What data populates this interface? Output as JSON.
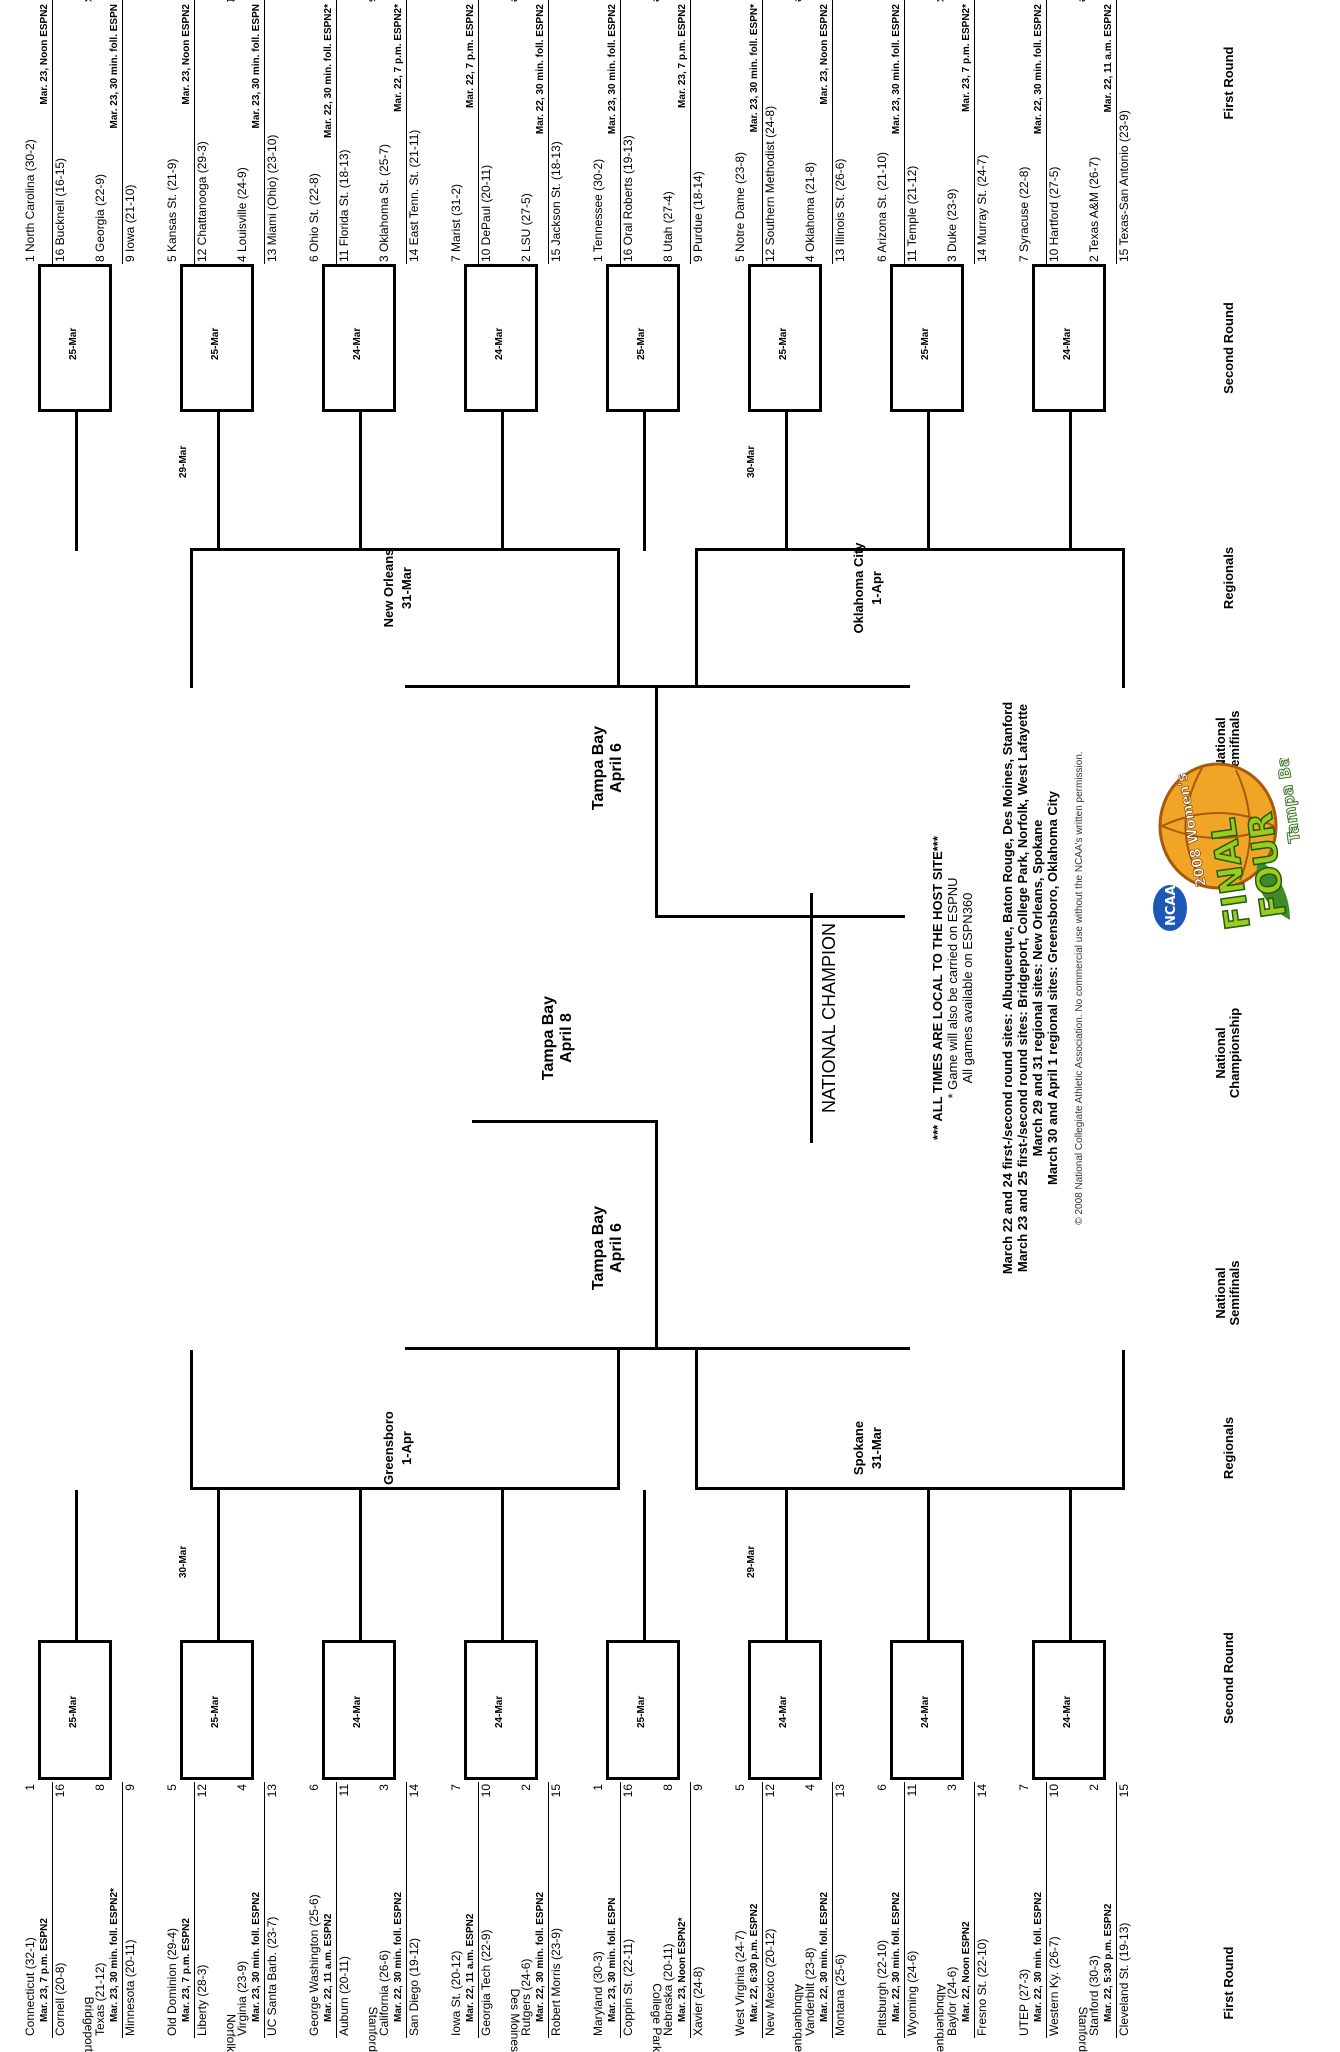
{
  "headers": {
    "first_round": "First Round",
    "second_round": "Second Round",
    "regionals": "Regionals",
    "national_semifinals": "National Semifinals",
    "national_championship": "National Championship"
  },
  "logo": {
    "text_1": "NCAA",
    "text_2": "2008 Women's",
    "text_3": "FINAL FOUR",
    "text_4": "Tampa Bay"
  },
  "center": {
    "semifinal_1": "Tampa Bay\nApril 6",
    "semifinal_2": "Tampa Bay\nApril 6",
    "final": "Tampa Bay\nApril 8",
    "champion": "NATIONAL CHAMPION"
  },
  "left": {
    "regional_1": {
      "site": "Greensboro\n1-Apr",
      "date": "30-Mar"
    },
    "regional_2": {
      "site": "Spokane\n31-Mar",
      "date": "29-Mar"
    },
    "pods": [
      {
        "site": "Bridgeport",
        "round2": "25-Mar",
        "games": [
          {
            "t1": "Connecticut (32-1)",
            "s1": "1",
            "time": "Mar. 23, 7 p.m. ESPN2",
            "t2": "Cornell (20-8)",
            "s2": "16"
          },
          {
            "t1": "Texas (21-12)",
            "s1": "8",
            "time": "Mar. 23, 30 min. foll. ESPN2*",
            "t2": "Minnesota (20-11)",
            "s2": "9"
          }
        ]
      },
      {
        "site": "Norfolk",
        "round2": "25-Mar",
        "games": [
          {
            "t1": "Old Dominion (29-4)",
            "s1": "5",
            "time": "Mar. 23, 7 p.m. ESPN2",
            "t2": "Liberty (28-3)",
            "s2": "12"
          },
          {
            "t1": "Virginia (23-9)",
            "s1": "4",
            "time": "Mar. 23, 30 min. foll. ESPN2",
            "t2": "UC Santa Barb. (23-7)",
            "s2": "13"
          }
        ]
      },
      {
        "site": "Stanford",
        "round2": "24-Mar",
        "games": [
          {
            "t1": "George Washington (25-6)",
            "s1": "6",
            "time": "Mar. 22, 11 a.m. ESPN2",
            "t2": "Auburn (20-11)",
            "s2": "11"
          },
          {
            "t1": "California (26-6)",
            "s1": "3",
            "time": "Mar. 22, 30 min. foll. ESPN2",
            "t2": "San Diego (19-12)",
            "s2": "14"
          }
        ]
      },
      {
        "site": "Des Moines",
        "round2": "24-Mar",
        "games": [
          {
            "t1": "Iowa St. (20-12)",
            "s1": "7",
            "time": "Mar. 22, 11 a.m. ESPN2",
            "t2": "Georgia Tech (22-9)",
            "s2": "10"
          },
          {
            "t1": "Rutgers (24-6)",
            "s1": "2",
            "time": "Mar. 22, 30 min. foll. ESPN2",
            "t2": "Robert Morris (23-9)",
            "s2": "15"
          }
        ]
      },
      {
        "site": "College Park",
        "round2": "25-Mar",
        "games": [
          {
            "t1": "Maryland (30-3)",
            "s1": "1",
            "time": "Mar. 23, 30 min. foll. ESPN",
            "t2": "Coppin St. (22-11)",
            "s2": "16"
          },
          {
            "t1": "Nebraska (20-11)",
            "s1": "8",
            "time": "Mar. 23, Noon ESPN2*",
            "t2": "Xavier (24-8)",
            "s2": "9"
          }
        ]
      },
      {
        "site": "Albuquerque",
        "round2": "24-Mar",
        "games": [
          {
            "t1": "West Virginia (24-7)",
            "s1": "5",
            "time": "Mar. 22, 6:30 p.m. ESPN2",
            "t2": "New Mexico (20-12)",
            "s2": "12"
          },
          {
            "t1": "Vanderbilt (23-8)",
            "s1": "4",
            "time": "Mar. 22, 30 min. foll. ESPN2",
            "t2": "Montana (25-6)",
            "s2": "13"
          }
        ]
      },
      {
        "site": "Albuquerque",
        "round2": "24-Mar",
        "games": [
          {
            "t1": "Pittsburgh (22-10)",
            "s1": "6",
            "time": "Mar. 22, 30 min. foll. ESPN2",
            "t2": "Wyoming (24-6)",
            "s2": "11"
          },
          {
            "t1": "Baylor (24-6)",
            "s1": "3",
            "time": "Mar. 22, Noon ESPN2",
            "t2": "Fresno St. (22-10)",
            "s2": "14"
          }
        ]
      },
      {
        "site": "Stanford",
        "round2": "24-Mar",
        "games": [
          {
            "t1": "UTEP (27-3)",
            "s1": "7",
            "time": "Mar. 22, 30 min. foll. ESPN2",
            "t2": "Western Ky. (26-7)",
            "s2": "10"
          },
          {
            "t1": "Stanford (30-3)",
            "s1": "2",
            "time": "Mar. 22, 5:30 p.m. ESPN2",
            "t2": "Cleveland St. (19-13)",
            "s2": "15"
          }
        ]
      }
    ]
  },
  "right": {
    "regional_1": {
      "site": "New Orleans\n31-Mar",
      "date": "29-Mar"
    },
    "regional_2": {
      "site": "Oklahoma City\n1-Apr",
      "date": "30-Mar"
    },
    "pods": [
      {
        "site": "Norfolk",
        "round2": "25-Mar",
        "games": [
          {
            "t1": "1 North Carolina (30-2)",
            "time": "Mar. 23, Noon ESPN2",
            "t2": "16 Bucknell (16-15)"
          },
          {
            "t1": "8 Georgia (22-9)",
            "time": "Mar. 23, 30 min. foll. ESPN",
            "t2": "9 Iowa (21-10)"
          }
        ]
      },
      {
        "site": "Bridgeport",
        "round2": "25-Mar",
        "games": [
          {
            "t1": "5 Kansas St. (21-9)",
            "time": "Mar. 23, Noon ESPN2",
            "t2": "12 Chattanooga (29-3)"
          },
          {
            "t1": "4 Louisville (24-9)",
            "time": "Mar. 23, 30 min. foll. ESPN",
            "t2": "13 Miami (Ohio) (23-10)"
          }
        ]
      },
      {
        "site": "Des Moines",
        "round2": "24-Mar",
        "games": [
          {
            "t1": "6 Ohio St. (22-8)",
            "time": "Mar. 22, 30 min. foll. ESPN2*",
            "t2": "11 Florida St. (18-13)"
          },
          {
            "t1": "3 Oklahoma St. (25-7)",
            "time": "Mar. 22, 7 p.m. ESPN2*",
            "t2": "14 East Tenn. St. (21-11)"
          }
        ]
      },
      {
        "site": "Baton Rouge",
        "round2": "24-Mar",
        "games": [
          {
            "t1": "7 Marist (31-2)",
            "time": "Mar. 22, 7 p.m. ESPN2",
            "t2": "10 DePaul (20-11)"
          },
          {
            "t1": "2 LSU (27-5)",
            "time": "Mar. 22, 30 min. foll. ESPN2",
            "t2": "15 Jackson St. (18-13)"
          }
        ]
      },
      {
        "site": "West Lafayette",
        "round2": "25-Mar",
        "games": [
          {
            "t1": "1 Tennessee (30-2)",
            "time": "Mar. 23, 30 min. foll. ESPN2",
            "t2": "16 Oral Roberts (19-13)"
          },
          {
            "t1": "8 Utah (27-4)",
            "time": "Mar. 23, 7 p.m. ESPN2",
            "t2": "9 Purdue (18-14)"
          }
        ]
      },
      {
        "site": "West Lafayette",
        "round2": "25-Mar",
        "games": [
          {
            "t1": "5 Notre Dame (23-8)",
            "time": "Mar. 23, 30 min. foll. ESPN*",
            "t2": "12 Southern Methodist (24-8)"
          },
          {
            "t1": "4 Oklahoma (21-8)",
            "time": "Mar. 23, Noon ESPN2",
            "t2": "13 Illinois St. (26-6)"
          }
        ]
      },
      {
        "site": "College Park",
        "round2": "25-Mar",
        "games": [
          {
            "t1": "6 Arizona St. (21-10)",
            "time": "Mar. 23, 30 min. foll. ESPN2",
            "t2": "11 Temple (21-12)"
          },
          {
            "t1": "3 Duke (23-9)",
            "time": "Mar. 23, 7 p.m. ESPN2*",
            "t2": "14 Murray St. (24-7)"
          }
        ]
      },
      {
        "site": "Baton Rouge",
        "round2": "24-Mar",
        "games": [
          {
            "t1": "7 Syracuse (22-8)",
            "time": "Mar. 22, 30 min. foll. ESPN2",
            "t2": "10 Hartford (27-5)"
          },
          {
            "t1": "2 Texas A&M (26-7)",
            "time": "Mar. 22, 11 a.m. ESPN2",
            "t2": "15 Texas-San Antonio (23-9)"
          }
        ]
      }
    ]
  },
  "notes": {
    "l1": "March 22 and 24 first-/second round sites: Albuquerque, Baton Rouge, Des Moines, Stanford",
    "l2": "March 23 and 25 first-/second round sites: Bridgeport, College Park, Norfolk, West Lafayette",
    "l3": "March 29 and 31 regional sites: New Orleans, Spokane",
    "l4": "March 30 and April 1 regional sites: Greensboro, Oklahoma City",
    "l5": "*** ALL TIMES ARE LOCAL TO THE HOST SITE***",
    "l6": "* Game will also be carried on ESPNU",
    "l7": "All games available on ESPN360",
    "copyright": "© 2008 National Collegiate Athletic Association. No commercial use without the NCAA's written permission."
  }
}
